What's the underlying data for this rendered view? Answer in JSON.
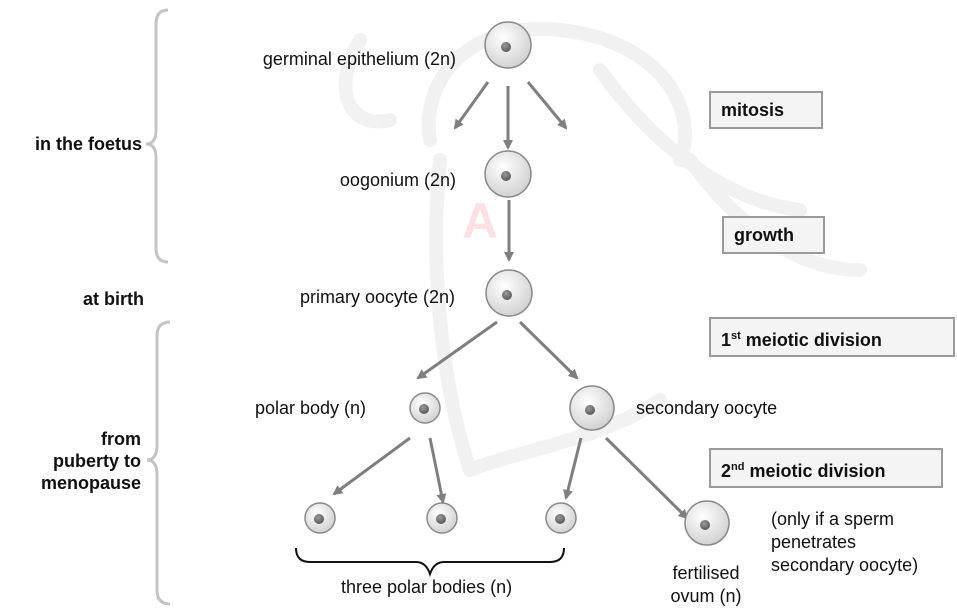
{
  "periods": {
    "foetus": "in the foetus",
    "birth": "at birth",
    "puberty": [
      "from",
      "puberty to",
      "menopause"
    ]
  },
  "stages": {
    "germinal": "germinal epithelium (2n)",
    "oogonium": "oogonium (2n)",
    "primary": "primary oocyte (2n)",
    "polar_body": "polar body (n)",
    "secondary": "secondary oocyte",
    "three_polar": "three polar bodies (n)",
    "fertilised": [
      "fertilised",
      "ovum (n)"
    ]
  },
  "processes": {
    "mitosis": "mitosis",
    "growth": "growth",
    "meiosis1": {
      "ordinal": "1",
      "suffix": "st",
      "text": " meiotic division"
    },
    "meiosis2": {
      "ordinal": "2",
      "suffix": "nd",
      "text": " meiotic division"
    }
  },
  "note": [
    "(only if a sperm",
    "penetrates",
    "secondary oocyte)"
  ],
  "colors": {
    "arrow": "#7f7f7f",
    "brace": "#c4c4c4",
    "box_border": "#9a9a9a",
    "box_fill": "#f4f4f4",
    "cell_fill": "#e9e9e9",
    "nucleus": "#6f6f6f",
    "watermark": "#e5e5e5",
    "watermark_letter": "#f6b6b6"
  }
}
